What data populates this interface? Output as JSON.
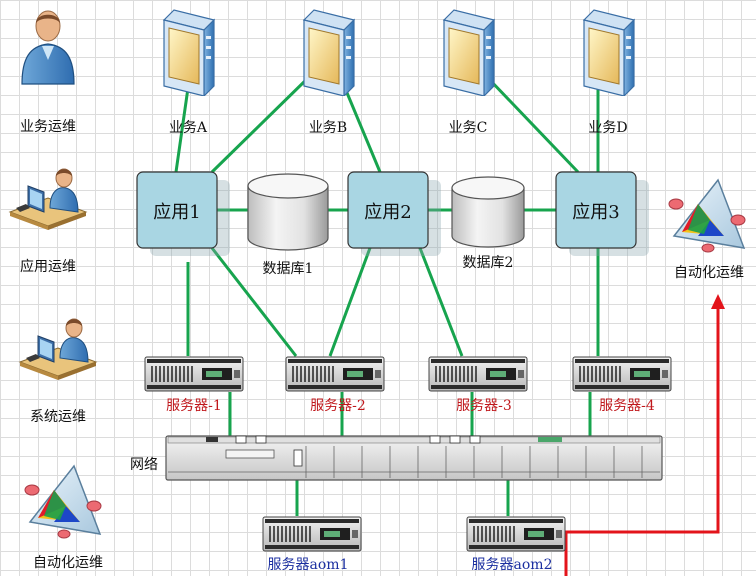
{
  "roles": {
    "business_ops": "业务运维",
    "application_ops": "应用运维",
    "system_ops": "系统运维",
    "automation_ops_left": "自动化运维",
    "automation_ops_right": "自动化运维"
  },
  "businesses": [
    "业务A",
    "业务B",
    "业务C",
    "业务D"
  ],
  "applications": [
    "应用1",
    "应用2",
    "应用3"
  ],
  "databases": [
    "数据库1",
    "数据库2"
  ],
  "servers": [
    "服务器-1",
    "服务器-2",
    "服务器-3",
    "服务器-4"
  ],
  "network_label": "网络",
  "aom_servers": [
    "服务器aom1",
    "服务器aom2"
  ],
  "colors": {
    "link": "#17a44e",
    "alert": "#e3141b",
    "app_box": "#a9d6e3",
    "server_label": "#c0181c",
    "aom_label": "#1b2fa0"
  }
}
